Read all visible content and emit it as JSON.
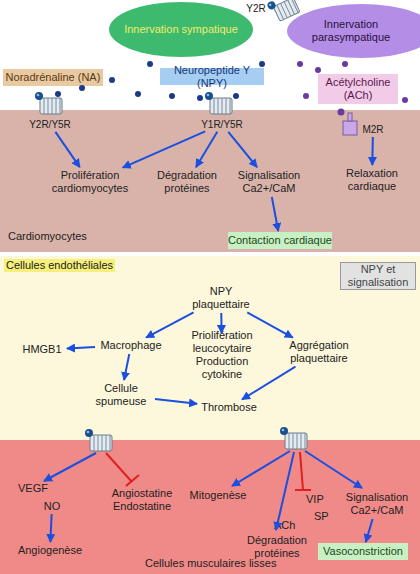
{
  "diagram": {
    "nodes": [
      {
        "text": [
          "Innervation sympatique"
        ]
      },
      {
        "text": [
          "Innervation parasympatique"
        ]
      },
      {
        "text": [
          "Noradrénaline (NA)"
        ]
      },
      {
        "text": [
          "Neuropeptide Y (NPY)"
        ]
      },
      {
        "text": [
          "Acétylcholine (ACh)"
        ]
      },
      {
        "text": [
          "Y2R"
        ]
      },
      {
        "text": [
          "Cardiomyocytes"
        ]
      },
      {
        "text": [
          "Y2R/Y5R"
        ],
        "in": 6
      },
      {
        "text": [
          "Y1R/Y5R"
        ],
        "in": 6
      },
      {
        "text": [
          "M2R"
        ],
        "in": 6
      },
      {
        "text": [
          "Prolifération cardiomyocytes"
        ],
        "in": 6
      },
      {
        "text": [
          "Dégradation protéines"
        ],
        "in": 6
      },
      {
        "text": [
          "Signalisation Ca2+/CaM"
        ],
        "in": 6
      },
      {
        "text": [
          "Relaxation cardiaque"
        ],
        "in": 6
      },
      {
        "text": [
          "Contaction cardiaque"
        ],
        "in": 6
      },
      {
        "text": [
          "Cellules endothéliales"
        ]
      },
      {
        "text": [
          "NPY et signalisation"
        ],
        "in": 15
      },
      {
        "text": [
          "NPY plaquettaire"
        ],
        "in": 15
      },
      {
        "text": [
          "HMGB1"
        ],
        "in": 15
      },
      {
        "text": [
          "Macrophage"
        ],
        "in": 15
      },
      {
        "text": [
          "Priolifération leucocytaire Production cytokine"
        ],
        "in": 15
      },
      {
        "text": [
          "Aggrégation plaquettaire"
        ],
        "in": 15
      },
      {
        "text": [
          "Cellule spumeuse"
        ],
        "in": 15
      },
      {
        "text": [
          "Thrombose"
        ],
        "in": 15
      },
      {
        "text": [
          "Cellules musculaires lisses"
        ]
      },
      {
        "text": [
          "NO"
        ],
        "in": 24
      },
      {
        "text": [
          "Angiostatine Endostatine"
        ],
        "in": 24
      },
      {
        "text": [
          "Angiogenèse"
        ],
        "in": 24
      },
      {
        "text": [
          "Mitogenèse"
        ],
        "in": 24
      },
      {
        "text": [
          "Dégradation protéines"
        ],
        "in": 24
      },
      {
        "text": [
          "Signalisation Ca2+/CaM"
        ],
        "in": 24
      },
      {
        "text": [
          "Vasoconstriction"
        ],
        "in": 24
      }
    ],
    "edges": [
      {
        "from": 7,
        "to": 10,
        "arrow": "to"
      },
      {
        "from": 8,
        "to": 10,
        "arrow": "to"
      },
      {
        "from": 8,
        "to": 11,
        "arrow": "to"
      },
      {
        "from": 8,
        "to": 12,
        "arrow": "to"
      },
      {
        "from": 12,
        "to": 14,
        "arrow": "to"
      },
      {
        "from": 9,
        "to": 13,
        "arrow": "to"
      },
      {
        "from": 17,
        "to": 19,
        "arrow": "to"
      },
      {
        "from": 17,
        "to": 20,
        "arrow": "to"
      },
      {
        "from": 17,
        "to": 21,
        "arrow": "to"
      },
      {
        "from": 19,
        "to": 18,
        "arrow": "to"
      },
      {
        "from": 19,
        "to": 22,
        "arrow": "to"
      },
      {
        "from": 22,
        "to": 23,
        "arrow": "to"
      },
      {
        "from": 21,
        "to": 23,
        "arrow": "to"
      },
      {
        "from": 25,
        "to": 27,
        "arrow": "to"
      },
      {
        "from": 30,
        "to": 31,
        "arrow": "to"
      }
    ],
    "labels": [
      "VEGF",
      "ACh",
      "VIP",
      "SP"
    ]
  }
}
